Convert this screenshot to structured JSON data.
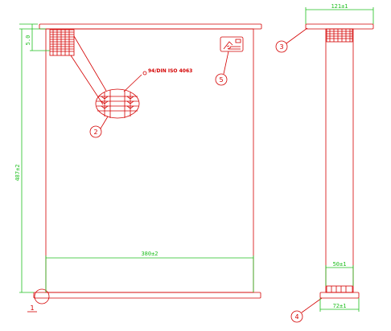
{
  "colors": {
    "outline": "#d40000",
    "dimension": "#1fbf1f",
    "background": "#ffffff"
  },
  "dimensions": {
    "height_total": "487±2",
    "top_offset": "5.0",
    "width_main": "380±2",
    "side_top_width": "121±1",
    "side_body_width": "50±1",
    "side_bottom_width": "72±1"
  },
  "notes": {
    "standard": "94/DIN ISO 4063"
  },
  "callouts": [
    "2",
    "3",
    "4",
    "5"
  ],
  "corner_mark": "1"
}
